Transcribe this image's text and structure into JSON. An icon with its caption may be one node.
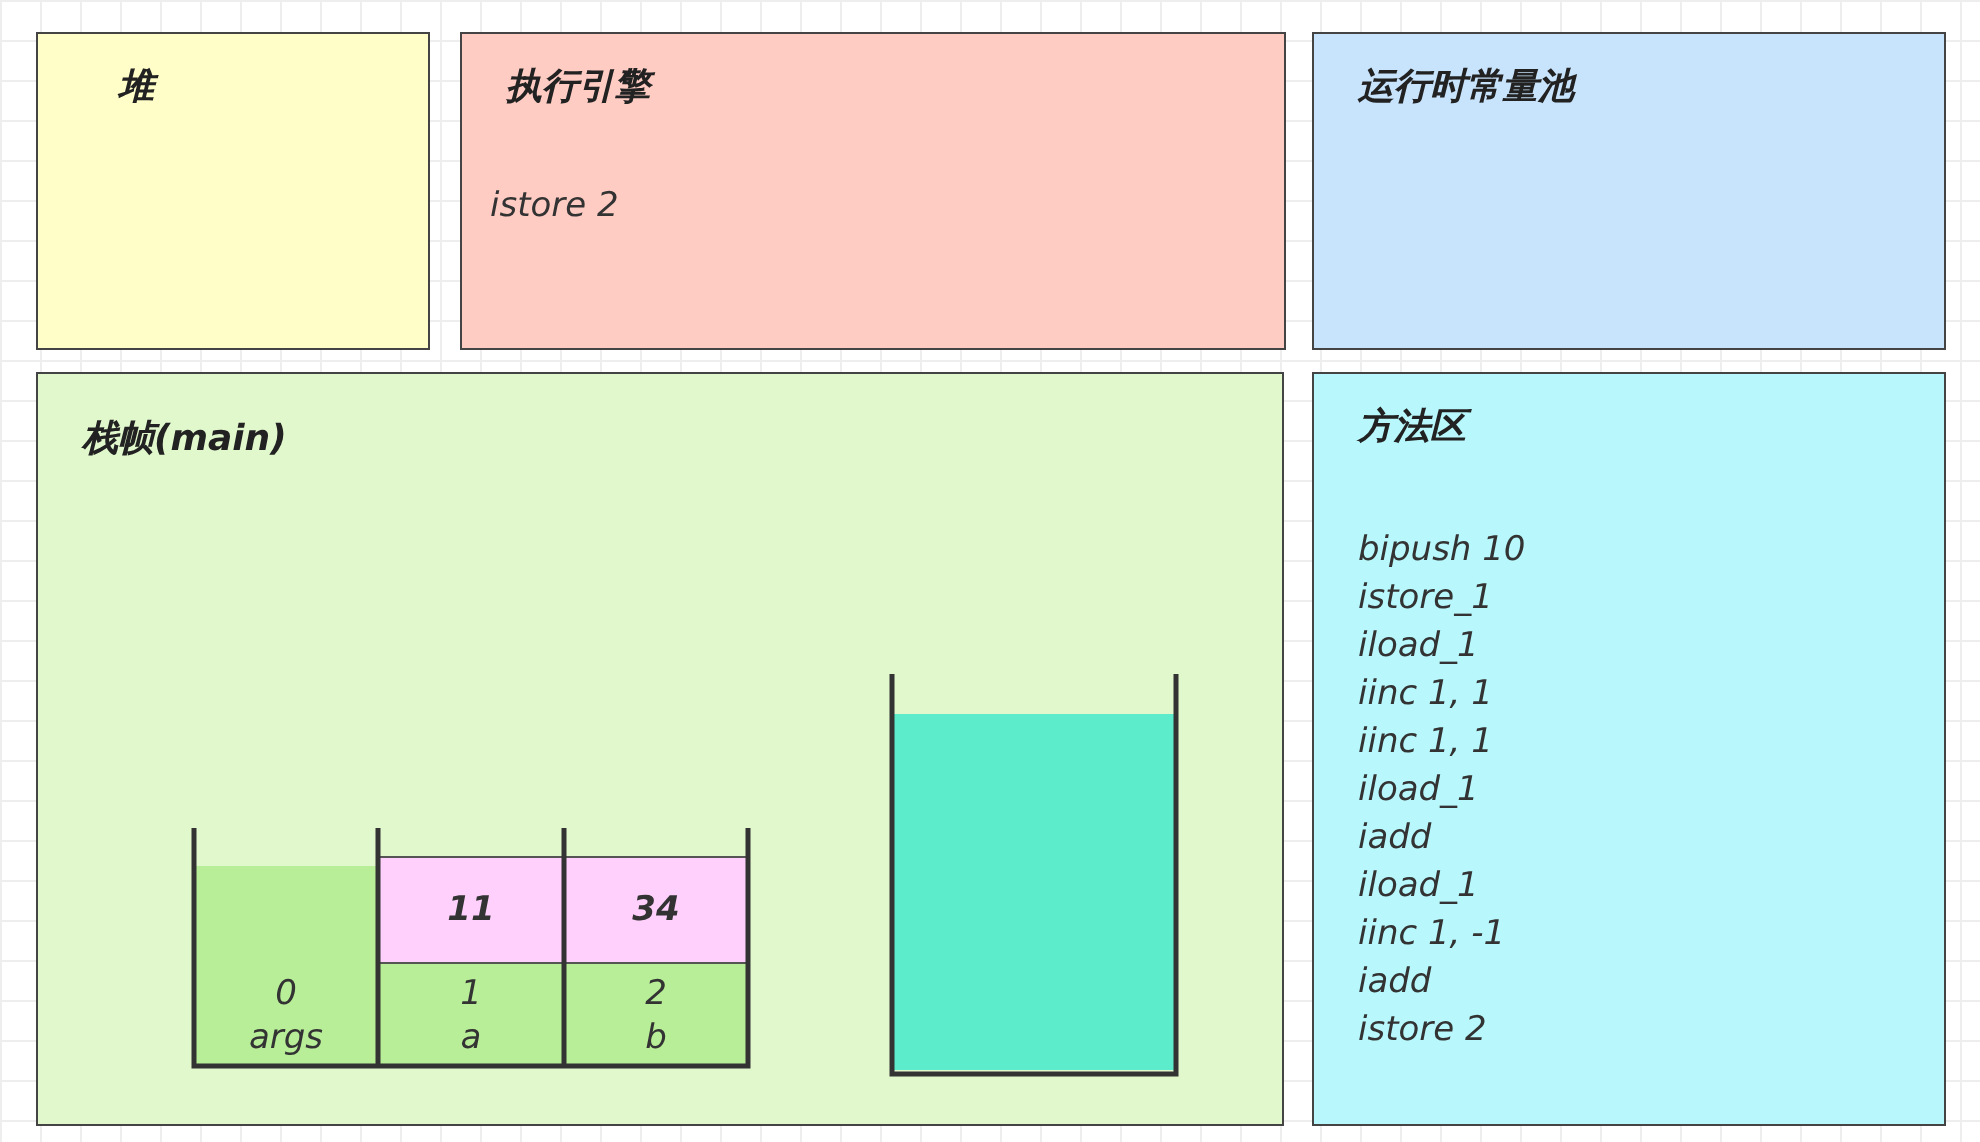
{
  "diagram": {
    "nodes": [
      {
        "text": [
          "堆"
        ]
      },
      {
        "text": [
          "执行引擎",
          "istore 2"
        ]
      },
      {
        "text": [
          "运行时常量池"
        ]
      },
      {
        "text": [
          "栈帧(main)"
        ]
      },
      {
        "text": [
          "0 args"
        ],
        "in": 3
      },
      {
        "text": [
          "1 a"
        ],
        "in": 3
      },
      {
        "text": [
          "2 b"
        ],
        "in": 3
      },
      {
        "text": [
          "11"
        ],
        "in": 3
      },
      {
        "text": [
          "34"
        ],
        "in": 3
      },
      {
        "text": [],
        "shape": "box",
        "in": 3
      },
      {
        "text": [
          "方法区",
          "bipush 10",
          "istore_1",
          "iload_1",
          "iinc 1, 1",
          "iinc 1, 1",
          "iload_1",
          "iadd",
          "iload_1",
          "iinc 1, -1",
          "iadd",
          "istore 2"
        ]
      }
    ],
    "edges": []
  }
}
